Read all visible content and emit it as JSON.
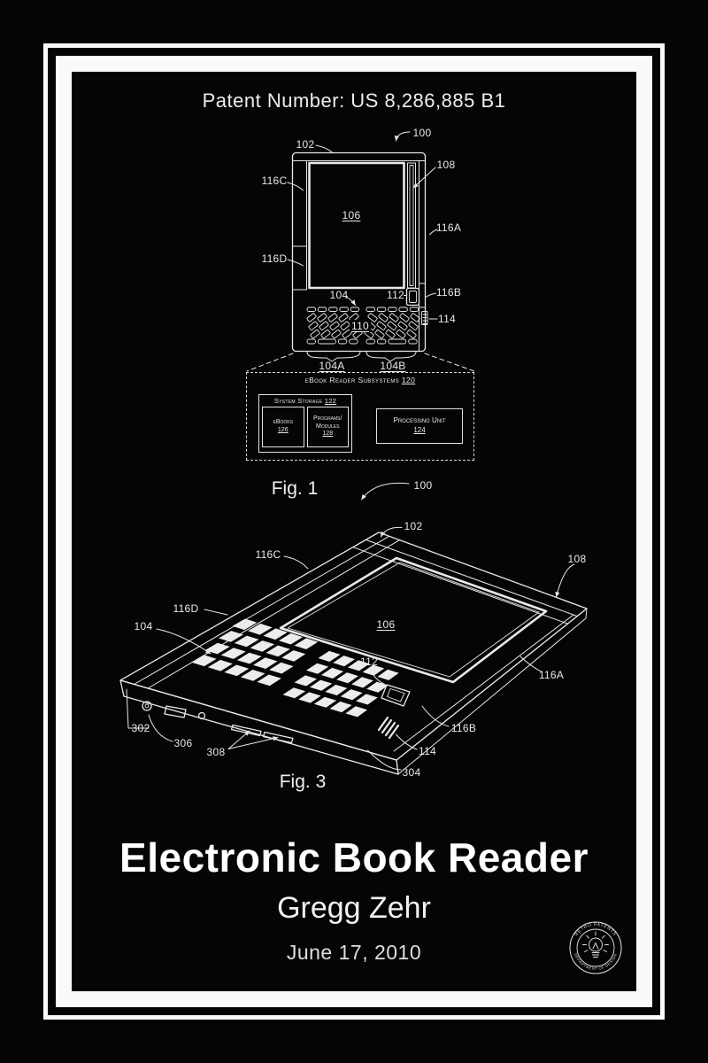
{
  "poster": {
    "patent_number": "Patent Number: US 8,286,885 B1",
    "title": "Electronic Book Reader",
    "inventor": "Gregg Zehr",
    "date": "June 17, 2010"
  },
  "fig1": {
    "caption": "Fig. 1",
    "labels": {
      "n100": "100",
      "n102": "102",
      "n104": "104",
      "n104a": "104A",
      "n104b": "104B",
      "n106": "106",
      "n108": "108",
      "n110": "110",
      "n112": "112",
      "n114": "114",
      "n116a": "116A",
      "n116b": "116B",
      "n116c": "116C",
      "n116d": "116D"
    },
    "subsystems": {
      "title": "eBook Reader Subsystems",
      "title_num": "120",
      "storage": {
        "label": "System Storage",
        "num": "122"
      },
      "ebooks": {
        "label": "eBooks",
        "num": "126"
      },
      "programs": {
        "line1": "Programs/",
        "line2": "Modules",
        "num": "128"
      },
      "processing": {
        "label": "Processing Unit",
        "num": "124"
      }
    }
  },
  "fig3": {
    "caption": "Fig. 3",
    "labels": {
      "n100": "100",
      "n102": "102",
      "n104": "104",
      "n106": "106",
      "n108": "108",
      "n112": "112",
      "n114": "114",
      "n116a": "116A",
      "n116b": "116B",
      "n116c": "116C",
      "n116d": "116D",
      "n302": "302",
      "n304": "304",
      "n306": "306",
      "n308": "308"
    }
  },
  "badge": {
    "top": "RETRO PATENTS",
    "bottom": "DEPARTMENT OF DESIGN"
  },
  "colors": {
    "background": "#050505",
    "frame": "#fafafa",
    "line_art": "#e8e8e8"
  }
}
